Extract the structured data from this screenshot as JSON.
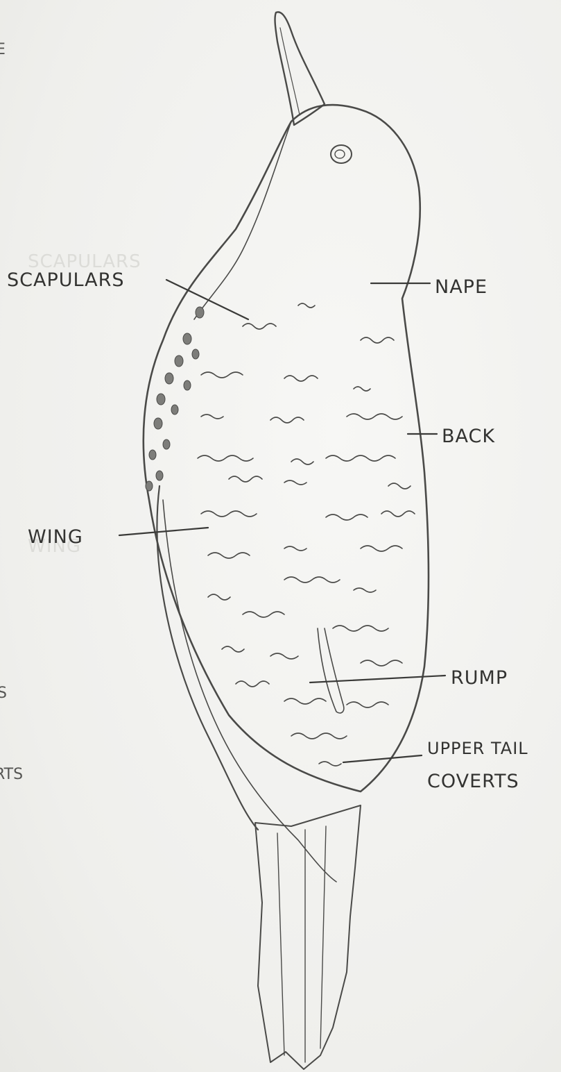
{
  "labels": {
    "scapulars": "SCAPULARS",
    "nape": "NAPE",
    "back": "BACK",
    "wing": "WING",
    "rump": "RUMP",
    "upper_tail": "UPPER TAIL",
    "coverts": "COVERTS"
  },
  "ghost_labels": {
    "scapulars": "SCAPULARS",
    "wing": "WING"
  },
  "margin_fragments": {
    "top": "E",
    "middle": "S",
    "lower": "RTS"
  },
  "colors": {
    "paper": "#f3f3f1",
    "pencil": "#4a4a48"
  }
}
